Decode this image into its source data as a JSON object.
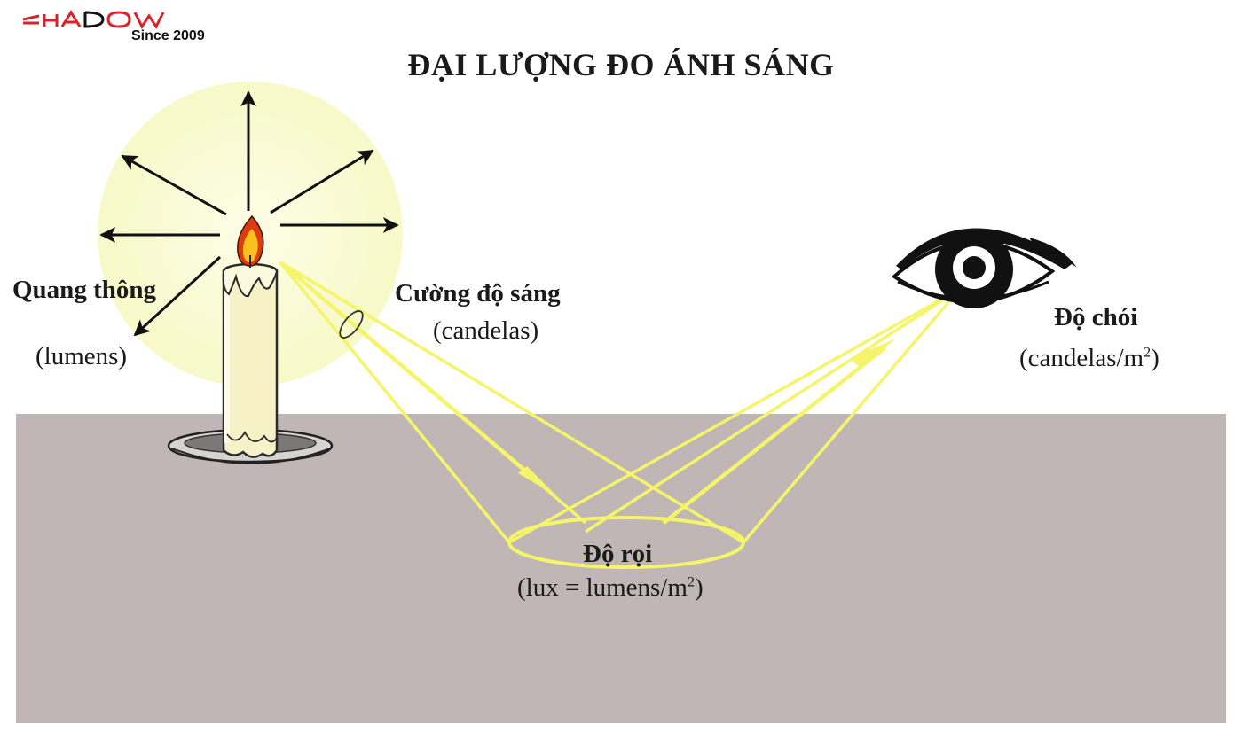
{
  "logo": {
    "word": "SHADOW",
    "tagline": "Since 2009"
  },
  "title": "ĐẠI LƯỢNG ĐO ÁNH SÁNG",
  "labels": {
    "flux": {
      "name": "Quang thông",
      "unit": "(lumens)"
    },
    "intensity": {
      "name": "Cường độ sáng",
      "unit": "(candelas)"
    },
    "luminance": {
      "name": "Độ chói",
      "unit_prefix": "(candelas/m",
      "unit_sup": "2",
      "unit_suffix": ")"
    },
    "illuminance": {
      "name": "Độ rọi",
      "unit_prefix": "(lux = lumens/m",
      "unit_sup": "2",
      "unit_suffix": ")"
    }
  },
  "colors": {
    "floor": "#bfb6b5",
    "glow": "#fbfcdc",
    "beam": "#f4f56a",
    "logo_red": "#d8232a",
    "flame_outer": "#e03a10",
    "flame_inner": "#f9c21a"
  }
}
